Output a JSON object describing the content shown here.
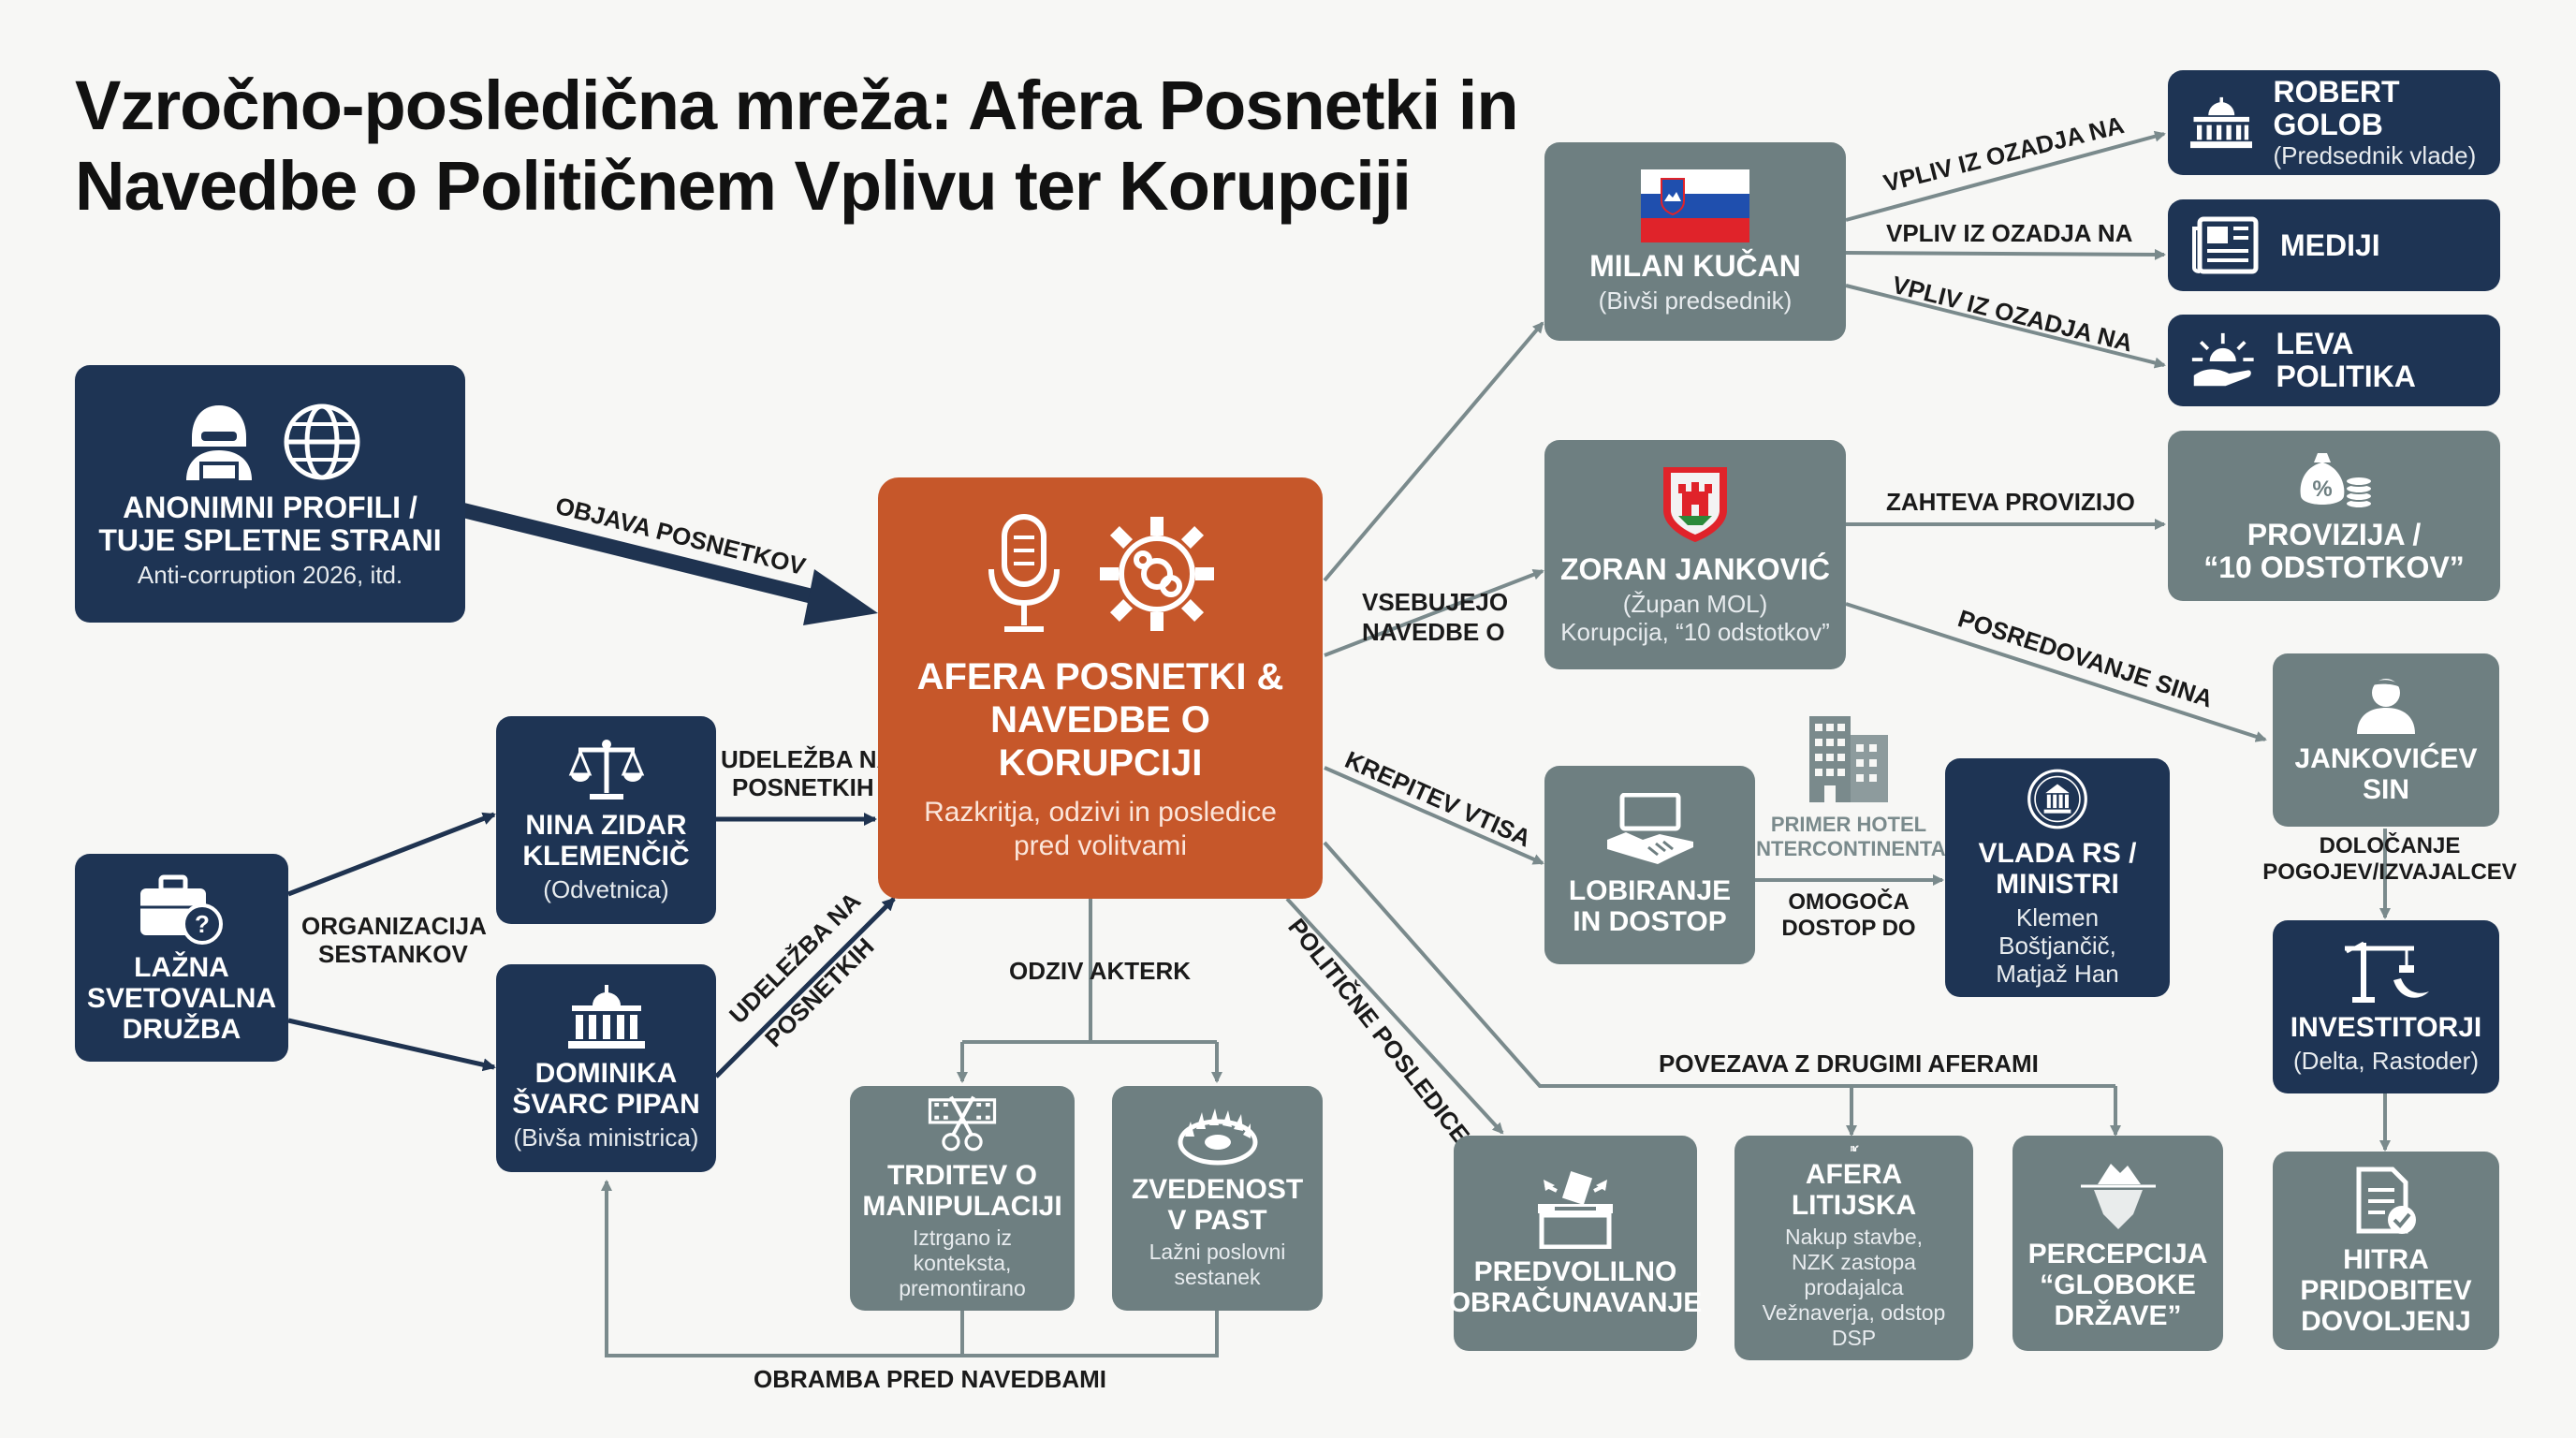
{
  "title": {
    "line1": "Vzročno-posledična mreža: Afera Posnetki in",
    "line2": "Navedbe o Političnem Vplivu ter Korupciji"
  },
  "colors": {
    "navy": "#1e3454",
    "gray": "#6e7f81",
    "orange": "#c6572a",
    "edge": "#7a8a8c"
  },
  "nodes": {
    "anon": {
      "name1": "ANONIMNI PROFILI /",
      "name2": "TUJE SPLETNE STRANI",
      "sub": "Anti-corruption 2026, itd.",
      "icons": [
        "hacker-icon",
        "globe-icon"
      ]
    },
    "central": {
      "name1": "AFERA POSNETKI &",
      "name2": "NAVEDBE O KORUPCIJI",
      "sub1": "Razkritja, odzivi in posledice",
      "sub2": "pred volitvami",
      "icons": [
        "microphone-icon",
        "gears-icon"
      ]
    },
    "nina": {
      "name1": "NINA ZIDAR",
      "name2": "KLEMENČIČ",
      "sub": "(Odvetnica)",
      "icon": "scales-icon"
    },
    "lazna": {
      "name1": "LAŽNA",
      "name2": "SVETOVALNA",
      "name3": "DRUŽBA",
      "icon": "briefcase-question-icon"
    },
    "dominika": {
      "name1": "DOMINIKA",
      "name2": "ŠVARC PIPAN",
      "sub": "(Bivša ministrica)",
      "icon": "government-building-icon"
    },
    "kucan": {
      "name": "MILAN KUČAN",
      "sub": "(Bivši predsednik)",
      "icon": "slovenia-flag-icon"
    },
    "golob": {
      "name": "ROBERT GOLOB",
      "sub": "(Predsednik vlade)",
      "icon": "parliament-icon"
    },
    "mediji": {
      "name": "MEDIJI",
      "icon": "newspaper-icon"
    },
    "leva": {
      "name": "LEVA POLITIKA",
      "icon": "sunrise-hand-icon"
    },
    "jankovic": {
      "name": "ZORAN JANKOVIĆ",
      "sub1": "(Župan MOL)",
      "sub2": "Korupcija, “10 odstotkov”",
      "icon": "ljubljana-crest-icon"
    },
    "provizija": {
      "name1": "PROVIZIJA /",
      "name2": "“10 ODSTOTKOV”",
      "icon": "money-bag-icon"
    },
    "sin": {
      "name1": "JANKOVIĆEV",
      "name2": "SIN",
      "icon": "person-icon"
    },
    "lobiranje": {
      "name1": "LOBIRANJE",
      "name2": "IN DOSTOP",
      "icon": "handshake-icon"
    },
    "vlada": {
      "name1": "VLADA RS /",
      "name2": "MINISTRI",
      "sub1": "Klemen Boštjančič,",
      "sub2": "Matjaž Han",
      "icon": "government-seal-icon"
    },
    "investitorji": {
      "name": "INVESTITORJI",
      "sub": "(Delta, Rastoder)",
      "icon": "crane-banana-icon"
    },
    "hitra": {
      "name1": "HITRA",
      "name2": "PRIDOBITEV",
      "name3": "DOVOLJENJ",
      "icon": "document-check-icon"
    },
    "trditev": {
      "name1": "TRDITEV O",
      "name2": "MANIPULACIJI",
      "sub1": "Iztrgano iz konteksta,",
      "sub2": "premontirano",
      "icon": "film-scissors-icon"
    },
    "zvedenost": {
      "name1": "ZVEDENOST",
      "name2": "V PAST",
      "sub1": "Lažni poslovni",
      "sub2": "sestanek",
      "icon": "bear-trap-icon"
    },
    "predvolilno": {
      "name1": "PREDVOLILNO",
      "name2": "OBRAČUNAVANJE",
      "icon": "ballot-box-icon"
    },
    "litijska": {
      "name": "AFERA LITIJSKA",
      "sub1": "Nakup stavbe,",
      "sub2": "NZK zastopa prodajalca",
      "sub3": "Vežnaverja, odstop DSP",
      "icon": "building-tag-icon"
    },
    "percepcija": {
      "name1": "PERCEPCIJA",
      "name2": "“GLOBOKE",
      "name3": "DRŽAVE”",
      "icon": "iceberg-icon"
    }
  },
  "edge_labels": {
    "objava": "OBJAVA POSNETKOV",
    "udelezba1a": "UDELEŽBA NA",
    "udelezba1b": "POSNETKIH",
    "organizacija1": "ORGANIZACIJA",
    "organizacija2": "SESTANKOV",
    "udelezba2a": "UDELEŽBA NA",
    "udelezba2b": "POSNETKIH",
    "vsebujejo1": "VSEBUJEJO",
    "vsebujejo2": "NAVEDBE O",
    "vpliv1": "VPLIV IZ OZADJA NA",
    "vpliv2": "VPLIV IZ OZADJA NA",
    "vpliv3": "VPLIV IZ OZADJA NA",
    "zahteva": "ZAHTEVA PROVIZIJO",
    "posredovanje": "POSREDOVANJE SINA",
    "krepitev": "KREPITEV VTISA",
    "hotel1": "PRIMER HOTEL",
    "hotel2": "INTERCONTINENTAL",
    "omogoca1": "OMOGOČA",
    "omogoca2": "DOSTOP DO",
    "dolocanje1": "DOLOČANJE",
    "dolocanje2": "POGOJEV/IZVAJALCEV",
    "odziv": "ODZIV AKTERK",
    "politicne": "POLITIČNE POSLEDICE",
    "povezava": "POVEZAVA Z DRUGIMI AFERAMI",
    "obramba": "OBRAMBA PRED NAVEDBAMI"
  }
}
